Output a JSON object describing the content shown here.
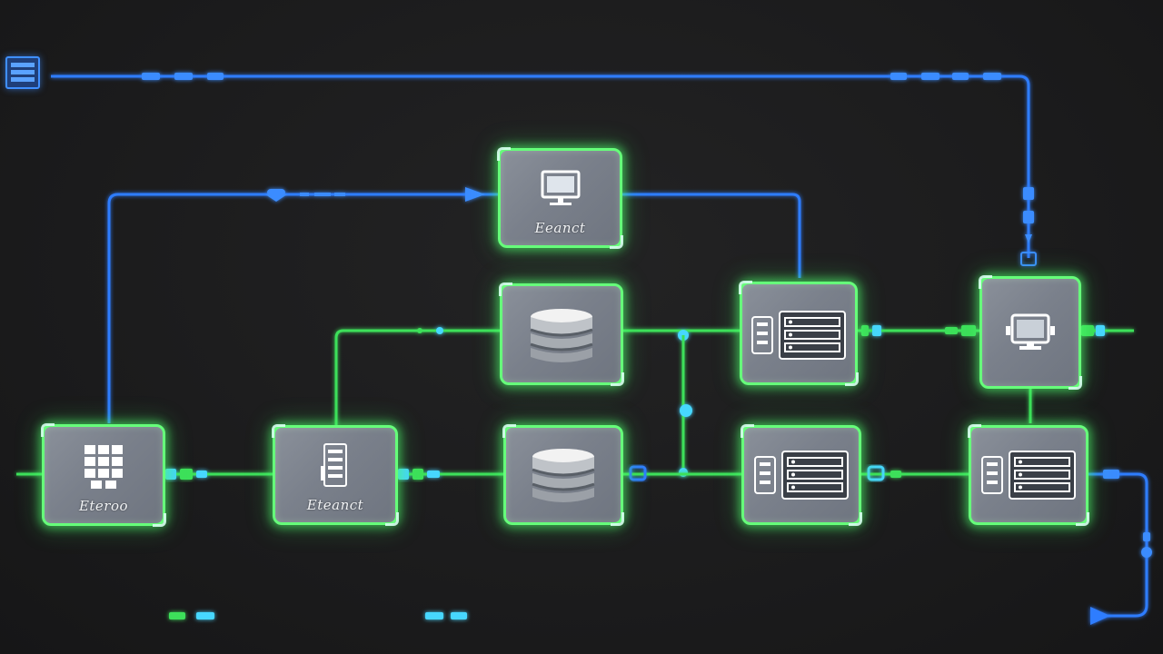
{
  "colors": {
    "background": "#1b1b1c",
    "node_fill": "#7c828c",
    "node_glow": "#66ff7a",
    "link_blue": "#2f7dff",
    "link_green": "#3ee05a",
    "connector_cyan": "#46d7ff"
  },
  "nodes": [
    {
      "id": "client",
      "label": "Eeanct",
      "icon": "monitor-icon"
    },
    {
      "id": "database-top",
      "label": "",
      "icon": "database-icon"
    },
    {
      "id": "database-bottom",
      "label": "",
      "icon": "database-icon"
    },
    {
      "id": "server-top",
      "label": "",
      "icon": "server-rack-icon"
    },
    {
      "id": "server-middle",
      "label": "",
      "icon": "server-rack-icon"
    },
    {
      "id": "server-right",
      "label": "",
      "icon": "server-rack-icon"
    },
    {
      "id": "workstation",
      "label": "",
      "icon": "workstation-icon"
    },
    {
      "id": "source",
      "label": "Eteroo",
      "icon": "grid-keypad-icon"
    },
    {
      "id": "storage",
      "label": "Eteanct",
      "icon": "storage-icon"
    }
  ],
  "links": [
    {
      "from": "menu",
      "to": "workstation",
      "color": "blue"
    },
    {
      "from": "source",
      "to": "client",
      "color": "blue"
    },
    {
      "from": "client",
      "to": "server-top",
      "color": "blue"
    },
    {
      "from": "storage",
      "to": "database-top",
      "color": "green"
    },
    {
      "from": "database-top",
      "to": "server-top",
      "color": "green"
    },
    {
      "from": "server-top",
      "to": "workstation",
      "color": "green"
    },
    {
      "from": "source",
      "to": "storage",
      "color": "green"
    },
    {
      "from": "storage",
      "to": "database-bottom",
      "color": "green"
    },
    {
      "from": "database-bottom",
      "to": "server-middle",
      "color": "green"
    },
    {
      "from": "server-middle",
      "to": "server-right",
      "color": "green"
    },
    {
      "from": "workstation",
      "to": "server-right",
      "color": "green"
    },
    {
      "from": "server-right",
      "to": "bus-return",
      "color": "blue"
    }
  ]
}
